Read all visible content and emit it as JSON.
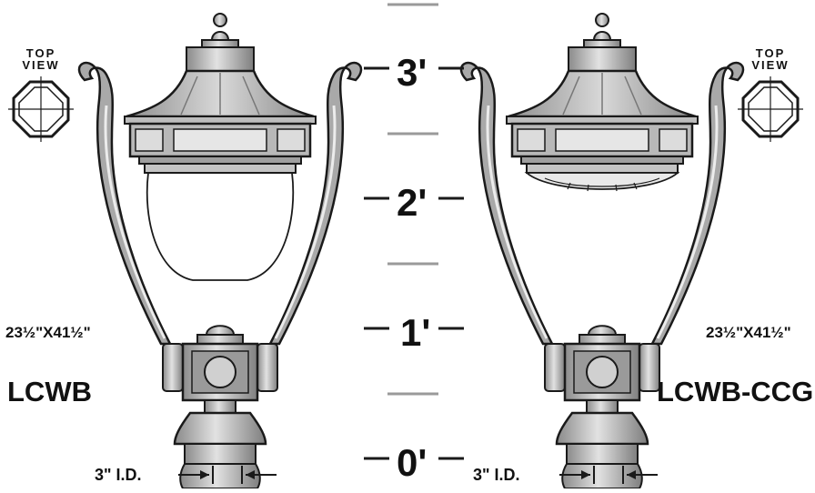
{
  "left_fixture": {
    "top_view_label": [
      "TOP",
      "VIEW"
    ],
    "dimensions": "23½\"X41½\"",
    "model": "LCWB",
    "inner_diameter": "3\" I.D."
  },
  "right_fixture": {
    "top_view_label": [
      "TOP",
      "VIEW"
    ],
    "dimensions": "23½\"X41½\"",
    "model": "LCWB-CCG",
    "inner_diameter": "3\" I.D."
  },
  "scale": {
    "labels": [
      "3'",
      "2'",
      "1'",
      "0'"
    ]
  },
  "colors": {
    "metal": "#a8a8a8",
    "metal_dark": "#7a7a7a",
    "metal_light": "#d9d9d9",
    "outline": "#1a1a1a",
    "scale_tick": "#9a9a9a"
  }
}
